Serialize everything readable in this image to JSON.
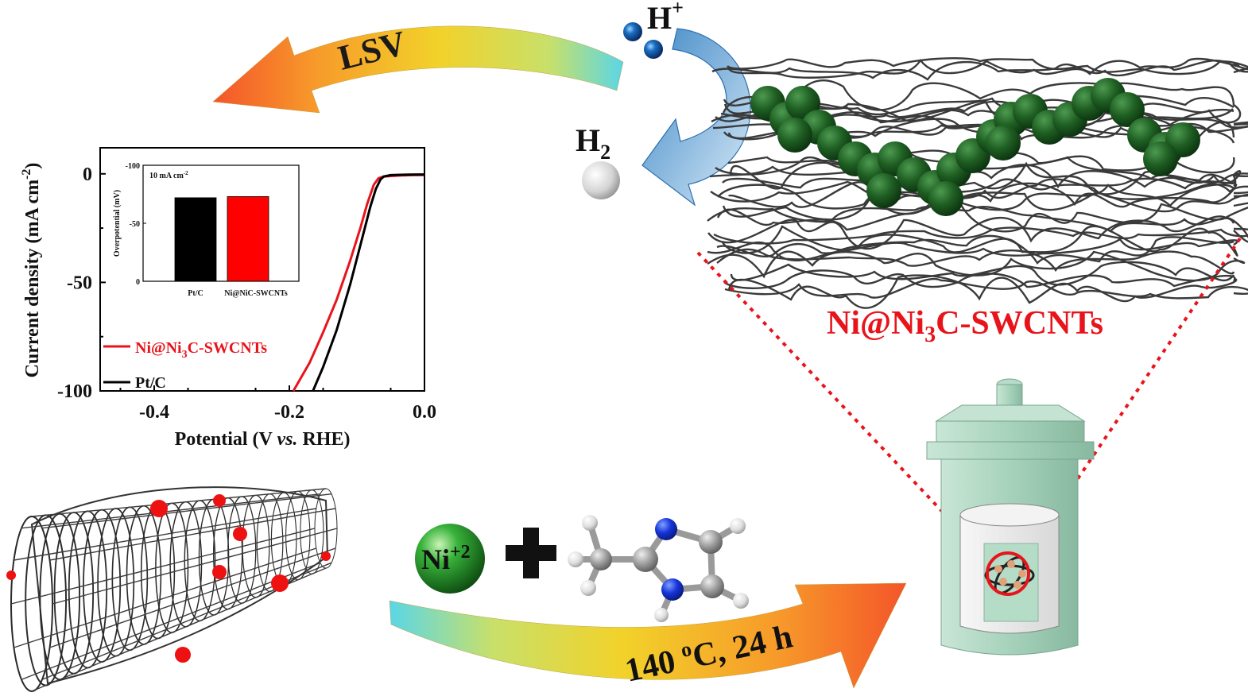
{
  "labels": {
    "lsv": "LSV",
    "h_plus": "H",
    "h_plus_sup": "+",
    "h2": "H",
    "h2_sub": "2",
    "product_pre": "Ni@Ni",
    "product_sub": "3",
    "product_post": "C-SWCNTs",
    "ni_ion": "Ni",
    "ni_ion_sup": "+2",
    "plus_sign": "+",
    "condition_pre": "140 ",
    "condition_sup": "o",
    "condition_post": "C, 24 h"
  },
  "colors": {
    "ni_red": "#e8141b",
    "pt_black": "#000000",
    "ni_particles": "#1d5c22",
    "cnt_dots": "#ee1111",
    "autoclave": "#a8d3bd"
  },
  "chart_data": [
    {
      "type": "line",
      "xlabel_pre": "Potential (V ",
      "xlabel_italic": "vs.",
      "xlabel_post": " RHE)",
      "ylabel_pre": "Current density (mA cm",
      "ylabel_sup": "-2",
      "ylabel_post": ")",
      "xlim": [
        -0.48,
        0.0
      ],
      "ylim": [
        -100,
        12
      ],
      "xticks": [
        -0.4,
        -0.2,
        0.0
      ],
      "xtick_labels": [
        "-0.4",
        "-0.2",
        "0.0"
      ],
      "yticks": [
        0,
        -50,
        -100
      ],
      "ytick_labels": [
        "0",
        "-50",
        "-100"
      ],
      "legend": "bottom-left",
      "series": [
        {
          "name_pre": "Ni@Ni",
          "name_sub": "3",
          "name_post": "C-SWCNTs",
          "color": "#e8141b",
          "x": [
            -0.194,
            -0.17,
            -0.15,
            -0.13,
            -0.11,
            -0.095,
            -0.085,
            -0.075,
            -0.068,
            -0.06,
            -0.04,
            -0.02,
            0.0
          ],
          "y": [
            -100,
            -87,
            -73,
            -58,
            -40,
            -25,
            -14,
            -5,
            -2,
            -1.2,
            -0.8,
            -0.6,
            -0.5
          ]
        },
        {
          "name": "Pt/C",
          "color": "#000000",
          "x": [
            -0.165,
            -0.15,
            -0.13,
            -0.11,
            -0.09,
            -0.08,
            -0.072,
            -0.065,
            -0.06,
            -0.05,
            -0.03,
            -0.01,
            0.0
          ],
          "y": [
            -100,
            -89,
            -72,
            -51,
            -27,
            -15,
            -7,
            -2.5,
            -1.2,
            -0.6,
            -0.4,
            -0.3,
            -0.3
          ]
        }
      ]
    },
    {
      "type": "bar",
      "title_pre": "10 mA cm",
      "title_sup": "-2",
      "ylabel": "Overpotential (mV)",
      "categories": [
        "Pt/C",
        "Ni@NiC-SWCNTs"
      ],
      "values": [
        -72,
        -73
      ],
      "colors": [
        "#000000",
        "#ff0000"
      ],
      "ylim": [
        0,
        -100
      ],
      "yticks": [
        -100,
        -50,
        0
      ],
      "ytick_labels": [
        "-100",
        "-50",
        "0"
      ]
    }
  ]
}
